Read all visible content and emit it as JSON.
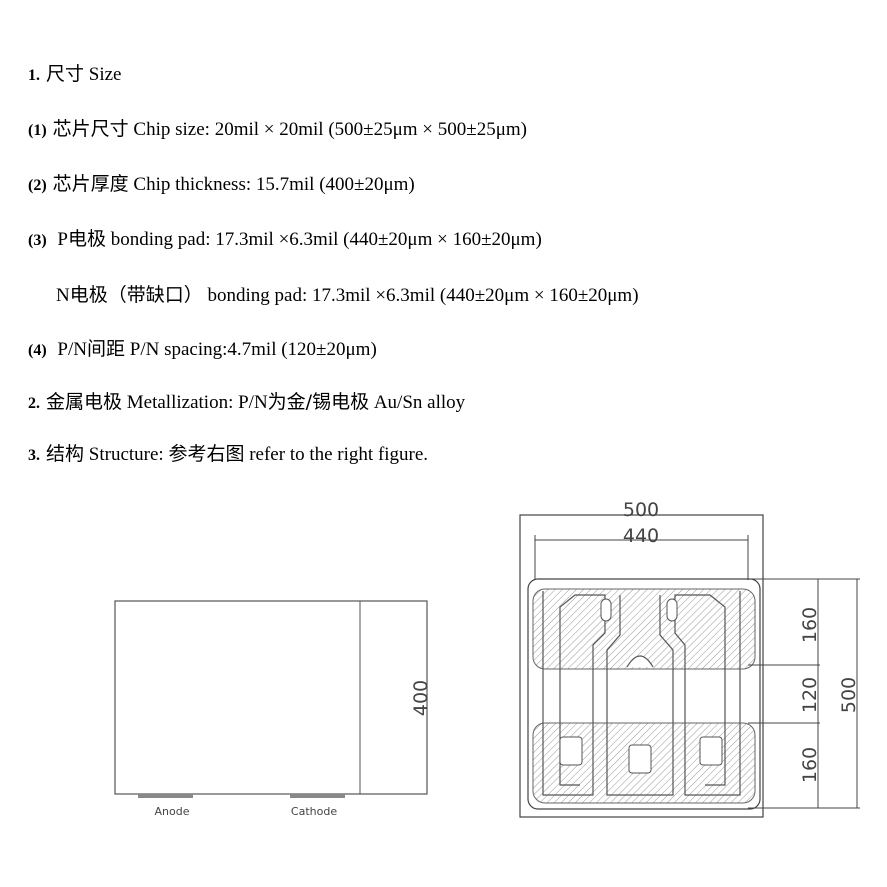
{
  "spec": {
    "l1": {
      "num": "1.",
      "cn": "尺寸",
      "en": " Size"
    },
    "l2": {
      "num": "(1)",
      "cn": "芯片尺寸",
      "en": " Chip size: 20mil × 20mil (500±25μm × 500±25μm)"
    },
    "l3": {
      "num": "(2)",
      "cn": "芯片厚度",
      "en": " Chip thickness: 15.7mil (400±20μm)"
    },
    "l4": {
      "num": "(3)",
      "a": " P",
      "cn": "电极",
      "en": " bonding pad: 17.3mil ×6.3mil (440±20μm × 160±20μm)"
    },
    "l5": {
      "a": "N",
      "cn": "电极（带缺口）",
      "en": " bonding pad: 17.3mil ×6.3mil (440±20μm × 160±20μm)"
    },
    "l6": {
      "num": "(4)",
      "a": " P/N",
      "cn": "间距",
      "en": " P/N spacing:4.7mil (120±20μm)"
    },
    "l7": {
      "num": "2.",
      "cn1": "金属电极",
      "en1": " Metallization: P/N",
      "cn2": "为金/锡电极",
      "en2": " Au/Sn alloy"
    },
    "l8": {
      "num": "3.",
      "cn1": "结构",
      "en1": " Structure: ",
      "cn2": "参考右图",
      "en2": " refer to the right figure."
    }
  },
  "side_view": {
    "height_label": "400",
    "anode_label": "Anode",
    "cathode_label": "Cathode"
  },
  "top_view": {
    "width_outer": "500",
    "width_pad": "440",
    "dim_top": "160",
    "dim_mid": "120",
    "dim_bottom": "160",
    "height_outer": "500"
  }
}
